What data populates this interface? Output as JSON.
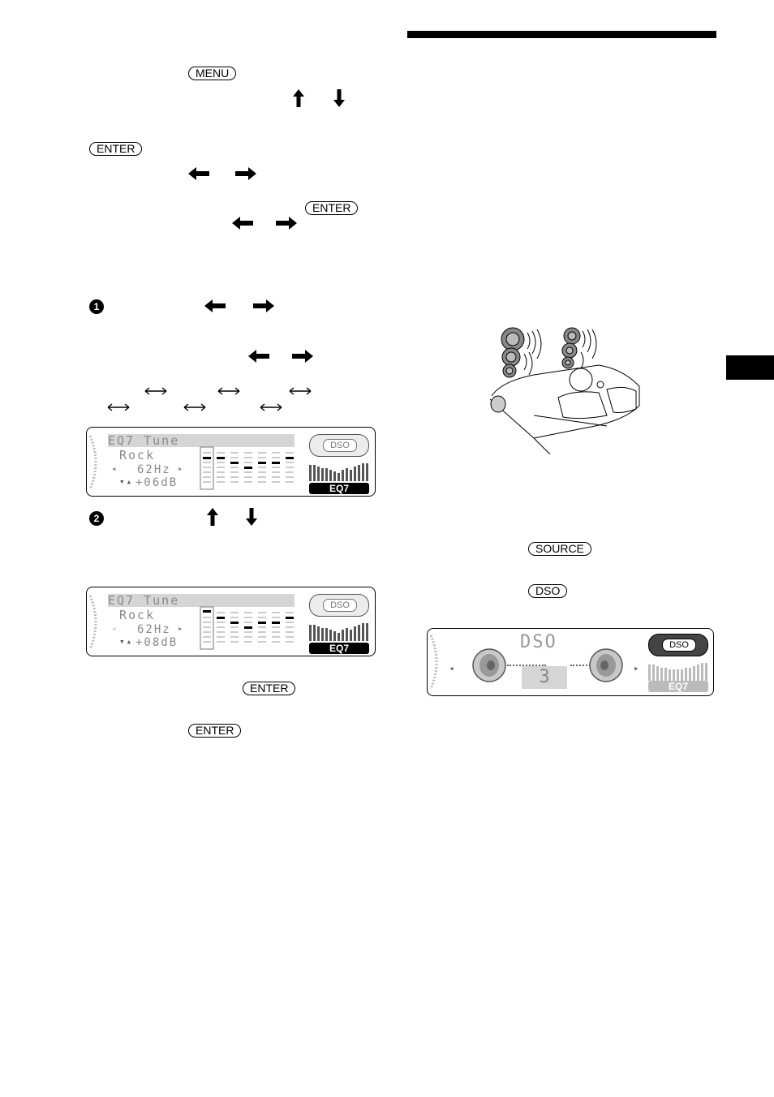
{
  "buttons": {
    "menu": "MENU",
    "enter": "ENTER",
    "source": "SOURCE",
    "dso": "DSO"
  },
  "steps": {
    "one": "1",
    "two": "2"
  },
  "displays": {
    "eq_tune_1": {
      "line1": "EQ7 Tune",
      "line2": "Rock",
      "line3": "62Hz",
      "line4": "+06dB",
      "badge": "DSO",
      "eq_label": "EQ7"
    },
    "eq_tune_2": {
      "line1": "EQ7 Tune",
      "line2": "Rock",
      "line3": "62Hz",
      "line4": "+08dB",
      "badge": "DSO",
      "eq_label": "EQ7"
    },
    "dso_mode": {
      "title": "DSO",
      "value": "3",
      "badge": "DSO",
      "eq_label": "EQ7"
    }
  },
  "colors": {
    "lcd_text": "#8a8a8a",
    "lcd_highlight": "#d5d5d5"
  }
}
